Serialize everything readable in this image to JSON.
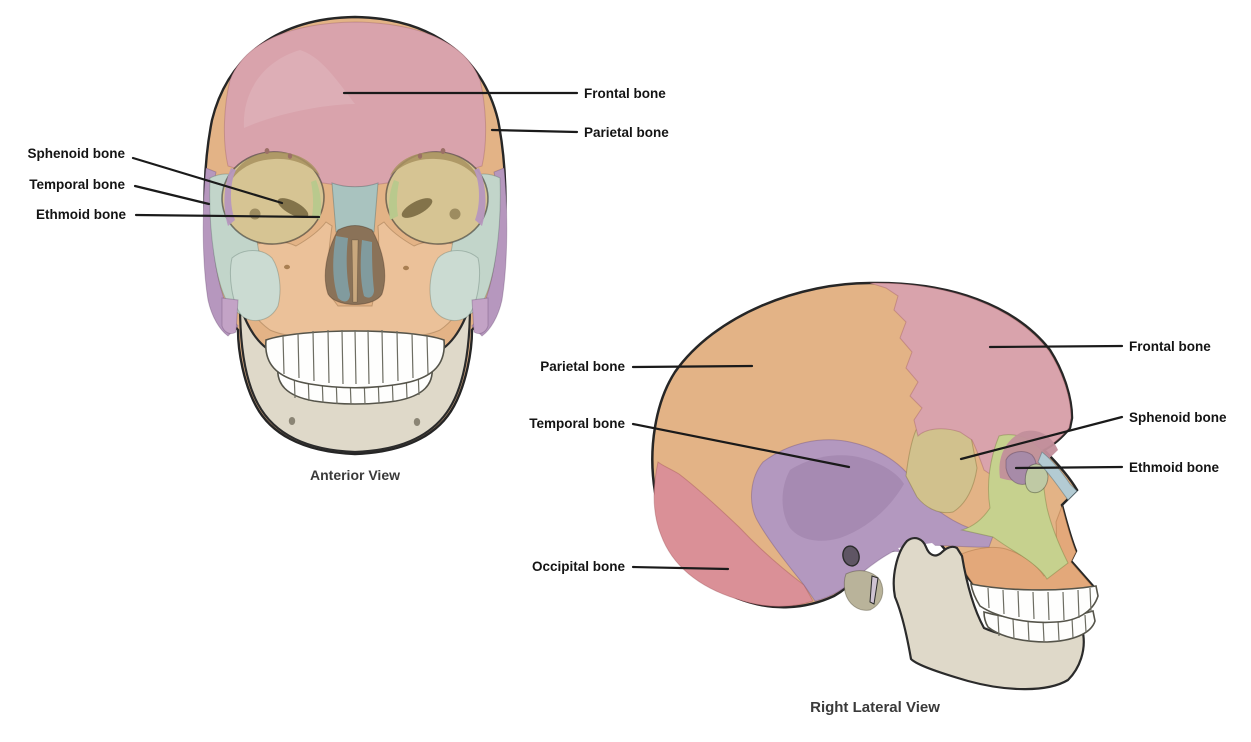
{
  "page": {
    "background": "#ffffff"
  },
  "figure": {
    "anterior": {
      "caption": "Anterior View",
      "labels": {
        "sphenoid": "Sphenoid bone",
        "temporal": "Temporal bone",
        "ethmoid": "Ethmoid bone",
        "frontal": "Frontal bone",
        "parietal": "Parietal bone"
      }
    },
    "lateral": {
      "caption": "Right Lateral View",
      "labels": {
        "parietal": "Parietal bone",
        "temporal": "Temporal bone",
        "occipital": "Occipital bone",
        "frontal": "Frontal bone",
        "sphenoid": "Sphenoid bone",
        "ethmoid": "Ethmoid bone"
      }
    },
    "colors": {
      "frontal": "#D9A3AC",
      "parietal": "#E3B386",
      "temporal_lateral": "#B398BF",
      "occipital": "#DA9097",
      "sphenoid_lateral": "#D1C18D",
      "zygomatic_lateral": "#C6D18E",
      "ethmoid_lateral": "#A78BA8",
      "lacrimal": "#BFC9A4",
      "nasal": "#B3CBD3",
      "maxilla_lateral": "#E3A87A",
      "mandible": "#DFD9C9",
      "mastoid": "#B9B39A",
      "sphenoid_anterior": "#B697BE",
      "temporal_anterior": "#C2D5CA",
      "orbit": "#D6C493",
      "orbit_shadow": "#A8925F",
      "nasal_bridge": "#A9C3BF",
      "nasal_aperture": "#8A7258",
      "nasal_conchae": "#7FA0A6",
      "maxilla_anterior": "#EBC199",
      "teeth": "#FEFEFD",
      "label_text": "#141414",
      "caption_text": "#3A3A3A",
      "leader": "#1A1A1A",
      "outline": "#262626"
    }
  }
}
